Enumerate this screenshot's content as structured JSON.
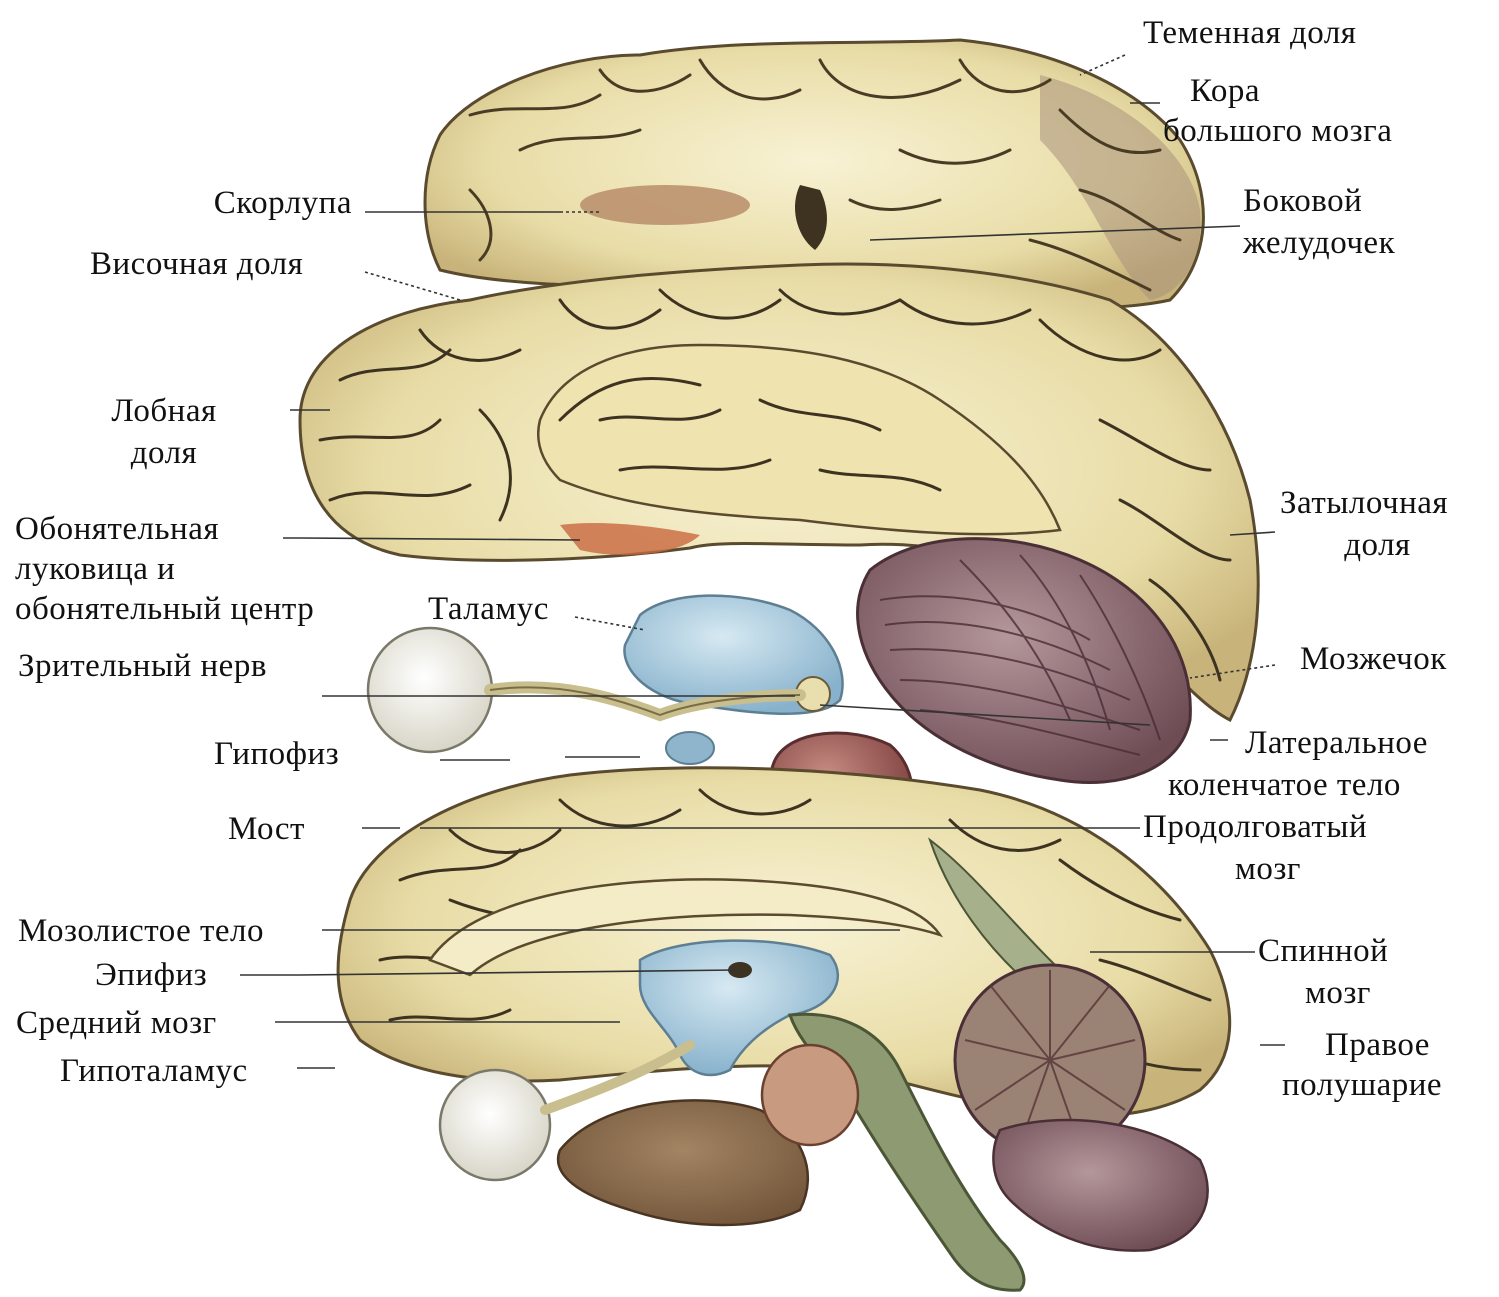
{
  "labels": {
    "temennaya": "Теменная доля",
    "kora_1": "Кора",
    "kora_2": "большого мозга",
    "skorlupa": "Скорлупа",
    "bokovoy_1": "Боковой",
    "bokovoy_2": "желудочек",
    "visochnaya": "Височная доля",
    "lobnaya_1": "Лобная",
    "lobnaya_2": "доля",
    "obon_1": "Обонятельная",
    "obon_2": "луковица и",
    "obon_3": "обонятельный центр",
    "zatylochnaya_1": "Затылочная",
    "zatylochnaya_2": "доля",
    "talamus": "Таламус",
    "zritelny": "Зрительный нерв",
    "mozzhechok": "Мозжечок",
    "gipofiz": "Гипофиз",
    "lateral_1": "Латеральное",
    "lateral_2": "коленчатое тело",
    "most": "Мост",
    "prodolg_1": "Продолговатый",
    "prodolg_2": "мозг",
    "mozolistoe": "Мозолистое тело",
    "epifiz": "Эпифиз",
    "sredniy": "Средний мозг",
    "gipotalamus": "Гипоталамус",
    "spinnoy_1": "Спинной",
    "spinnoy_2": "мозг",
    "pravoe_1": "Правое",
    "pravoe_2": "полушарие"
  },
  "colors": {
    "cortex": "#efe6b4",
    "cortex_dark": "#c9b77e",
    "sulcus": "#3d3320",
    "thalamus_blue": "#a9c8dc",
    "cerebellum": "#8f6d73",
    "pons": "#9a5a55",
    "stem_green": "#95a07a",
    "line": "#333333"
  }
}
